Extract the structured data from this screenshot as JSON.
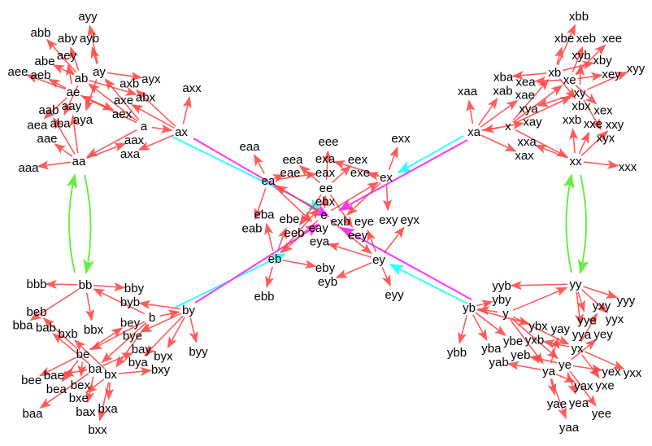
{
  "colors": {
    "tree_edge": "#ff4040",
    "link_a": "#33ffff",
    "link_b": "#ff33ff",
    "cycle_edge": "#66ee44"
  },
  "nodes": [
    "a",
    "aa",
    "aaa",
    "aab",
    "aae",
    "aax",
    "aay",
    "ab",
    "abb",
    "abe",
    "aba",
    "aby",
    "abx",
    "ae",
    "aea",
    "aeb",
    "aee",
    "aex",
    "aey",
    "ax",
    "axa",
    "axb",
    "axe",
    "axx",
    "ay",
    "aya",
    "ayb",
    "ayx",
    "ayy",
    "x",
    "xa",
    "xaa",
    "xab",
    "xae",
    "xax",
    "xay",
    "xb",
    "xba",
    "xbb",
    "xbe",
    "xbx",
    "xby",
    "xe",
    "xea",
    "xeb",
    "xee",
    "xex",
    "xey",
    "xx",
    "xxa",
    "xxb",
    "xxe",
    "xxx",
    "xxy",
    "xy",
    "xya",
    "xyb",
    "xyx",
    "xyy",
    "e",
    "ea",
    "eaa",
    "eab",
    "eae",
    "eax",
    "eay",
    "eb",
    "eba",
    "ebb",
    "ebe",
    "ebx",
    "eby",
    "ee",
    "eea",
    "eeb",
    "eee",
    "eex",
    "eey",
    "ex",
    "exa",
    "exb",
    "exe",
    "exx",
    "exy",
    "ey",
    "eya",
    "eyb",
    "eye",
    "eyx",
    "eyy",
    "b",
    "ba",
    "baa",
    "bab",
    "bae",
    "bax",
    "bay",
    "bb",
    "bba",
    "bbb",
    "bbx",
    "bby",
    "be",
    "bea",
    "beb",
    "bee",
    "bex",
    "bey",
    "bx",
    "bxa",
    "bxb",
    "bxe",
    "bxx",
    "bxy",
    "by",
    "bya",
    "byb",
    "bye",
    "byx",
    "byy",
    "y",
    "ya",
    "yaa",
    "yab",
    "yae",
    "yax",
    "yay",
    "yb",
    "yba",
    "ybb",
    "ybe",
    "ybx",
    "yby",
    "ye",
    "yea",
    "yeb",
    "yee",
    "yex",
    "yey",
    "yx",
    "yxb",
    "yxe",
    "yxx",
    "yxy",
    "yy",
    "yya",
    "yyb",
    "yye",
    "yyx",
    "yyy"
  ]
}
